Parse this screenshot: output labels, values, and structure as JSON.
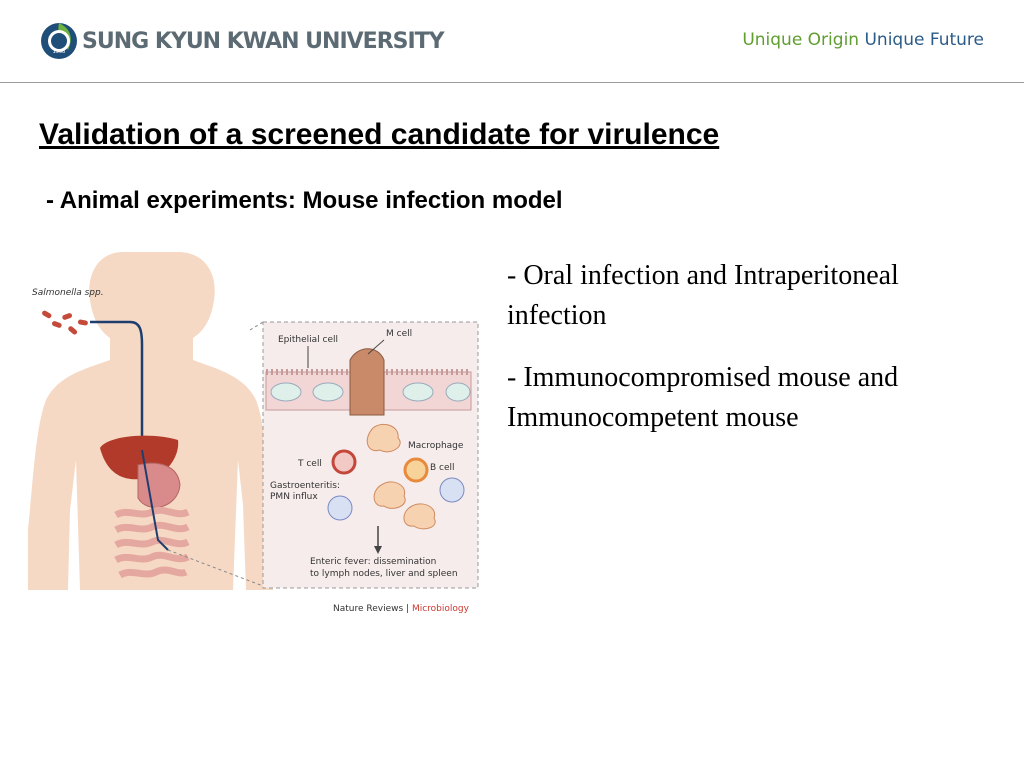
{
  "header": {
    "logo_text": "SUNG KYUN KWAN UNIVERSITY",
    "logo_emblem_year": "1398",
    "slogan_part1": "Unique Origin",
    "slogan_part2": "Unique Future"
  },
  "slide": {
    "title": "Validation of a screened candidate for virulence",
    "subtitle": "- Animal experiments: Mouse infection model",
    "bullets": [
      "- Oral infection and Intraperitoneal infection",
      "- Immunocompromised mouse and Immunocompetent mouse"
    ]
  },
  "figure": {
    "labels": {
      "salmonella": "Salmonella spp.",
      "epithelial": "Epithelial cell",
      "mcell": "M cell",
      "macrophage": "Macrophage",
      "tcell": "T cell",
      "bcell": "B cell",
      "gastro1": "Gastroenteritis:",
      "gastro2": "PMN influx",
      "enteric1": "Enteric fever: dissemination",
      "enteric2": "to lymph nodes, liver and spleen"
    },
    "credit_journal": "Nature Reviews",
    "credit_sep": " | ",
    "credit_field": "Microbiology"
  }
}
